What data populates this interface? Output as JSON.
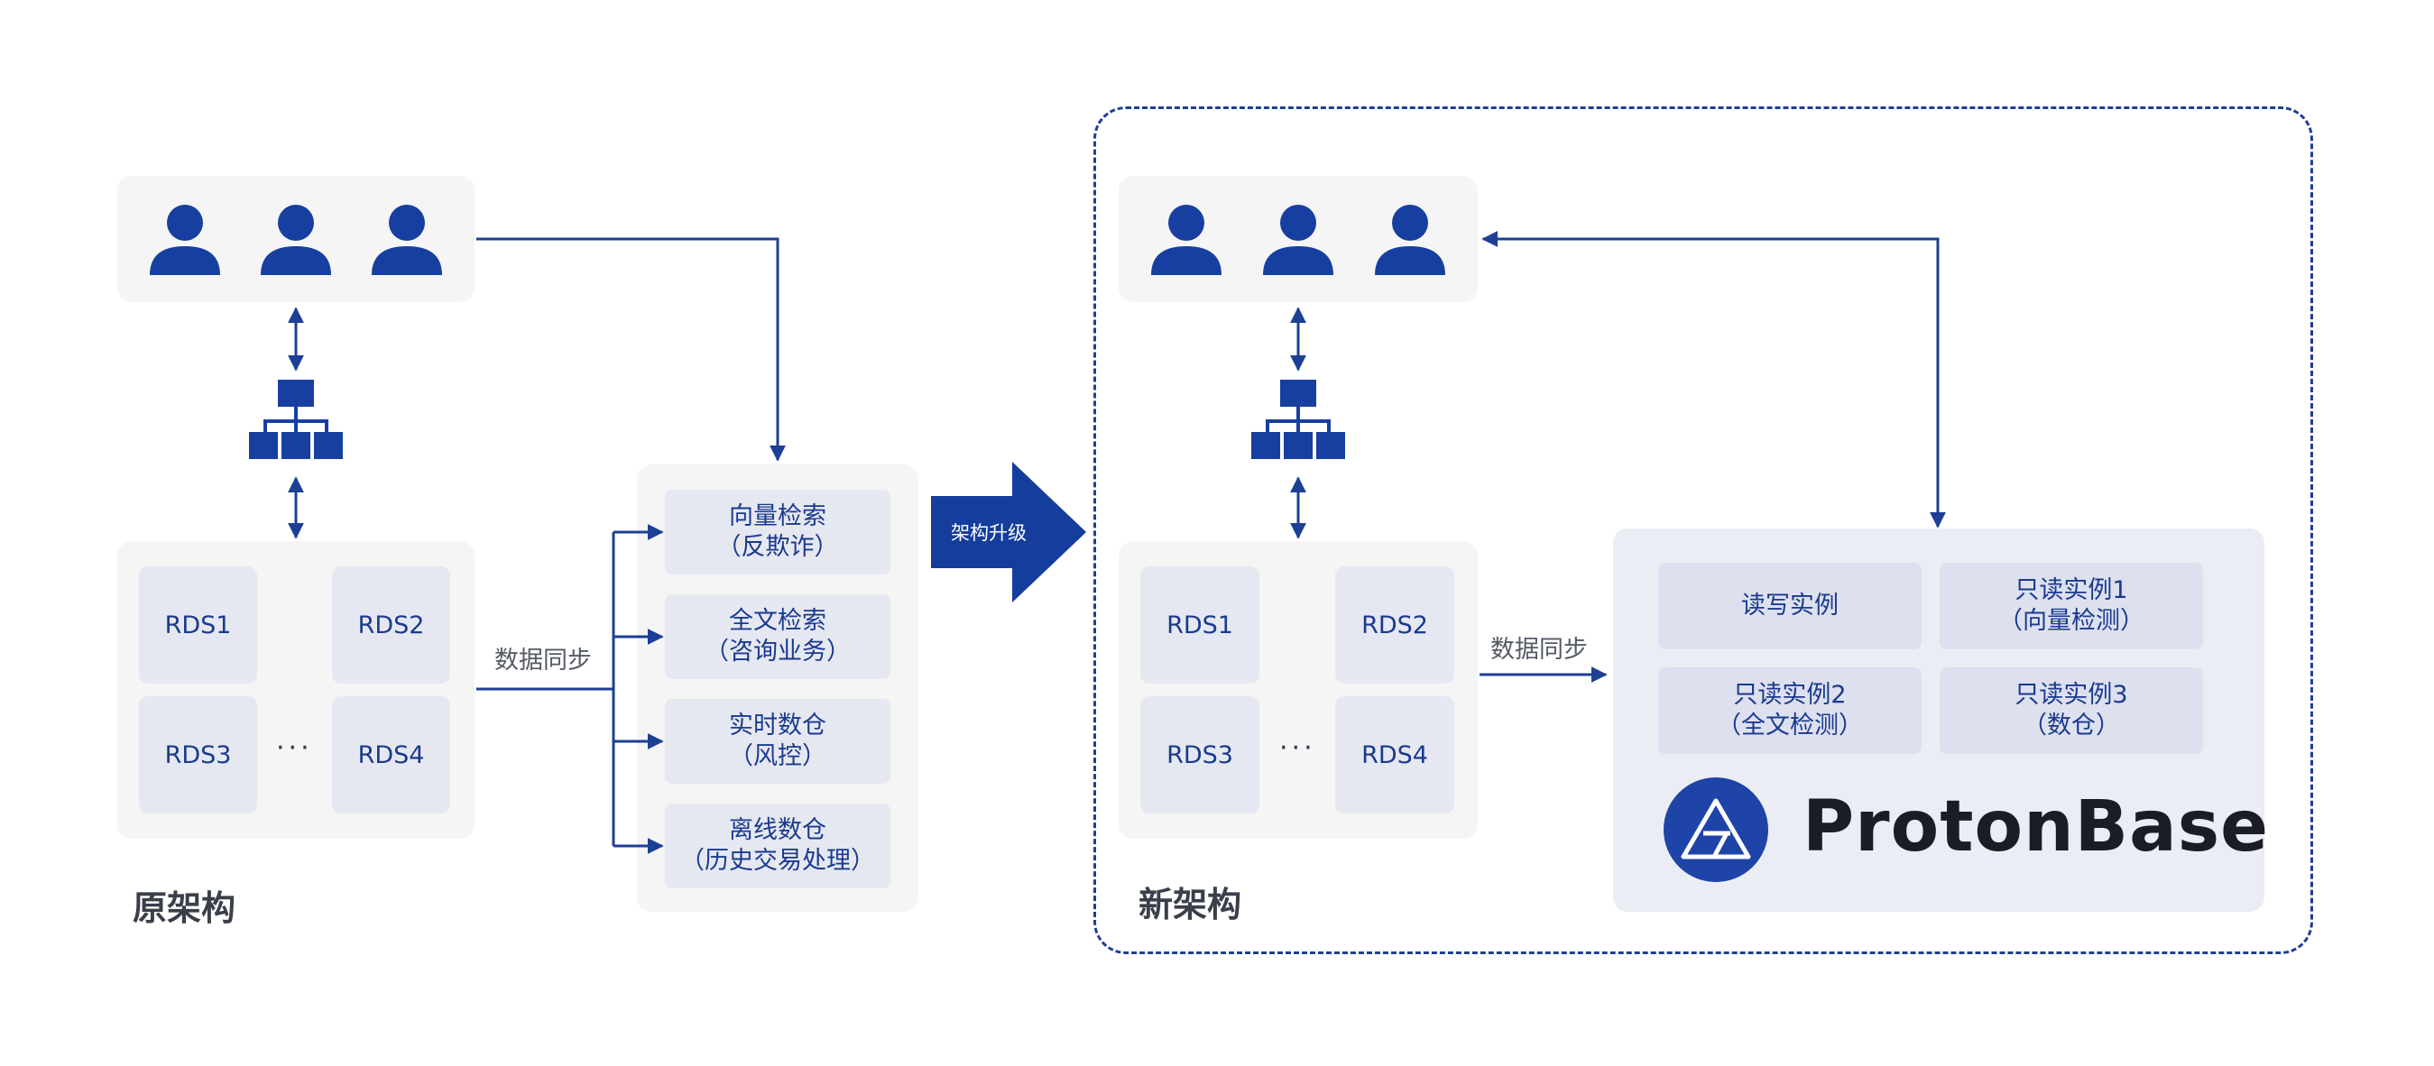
{
  "old_architecture": {
    "title": "原架构",
    "rds_nodes": [
      "RDS1",
      "RDS2",
      "RDS3",
      "RDS4"
    ],
    "ellipsis": "···",
    "sync_label": "数据同步",
    "services": [
      {
        "line1": "向量检索",
        "line2": "（反欺诈）"
      },
      {
        "line1": "全文检索",
        "line2": "（咨询业务）"
      },
      {
        "line1": "实时数仓",
        "line2": "（风控）"
      },
      {
        "line1": "离线数仓",
        "line2": "（历史交易处理）"
      }
    ]
  },
  "upgrade_arrow": {
    "label": "架构升级"
  },
  "new_architecture": {
    "title": "新架构",
    "rds_nodes": [
      "RDS1",
      "RDS2",
      "RDS3",
      "RDS4"
    ],
    "ellipsis": "···",
    "sync_label": "数据同步",
    "instances": [
      {
        "line1": "读写实例",
        "line2": ""
      },
      {
        "line1": "只读实例1",
        "line2": "（向量检测）"
      },
      {
        "line1": "只读实例2",
        "line2": "（全文检测）"
      },
      {
        "line1": "只读实例3",
        "line2": "（数仓）"
      }
    ],
    "brand": "ProtonBase"
  },
  "colors": {
    "primary": "#1d3f94",
    "icon": "#173fa0",
    "panel": "#f5f5f6",
    "node": "#e6e8f1"
  },
  "icons": {
    "user": "user-icon",
    "hierarchy": "hierarchy-icon",
    "brand": "protonbase-logo-icon"
  }
}
